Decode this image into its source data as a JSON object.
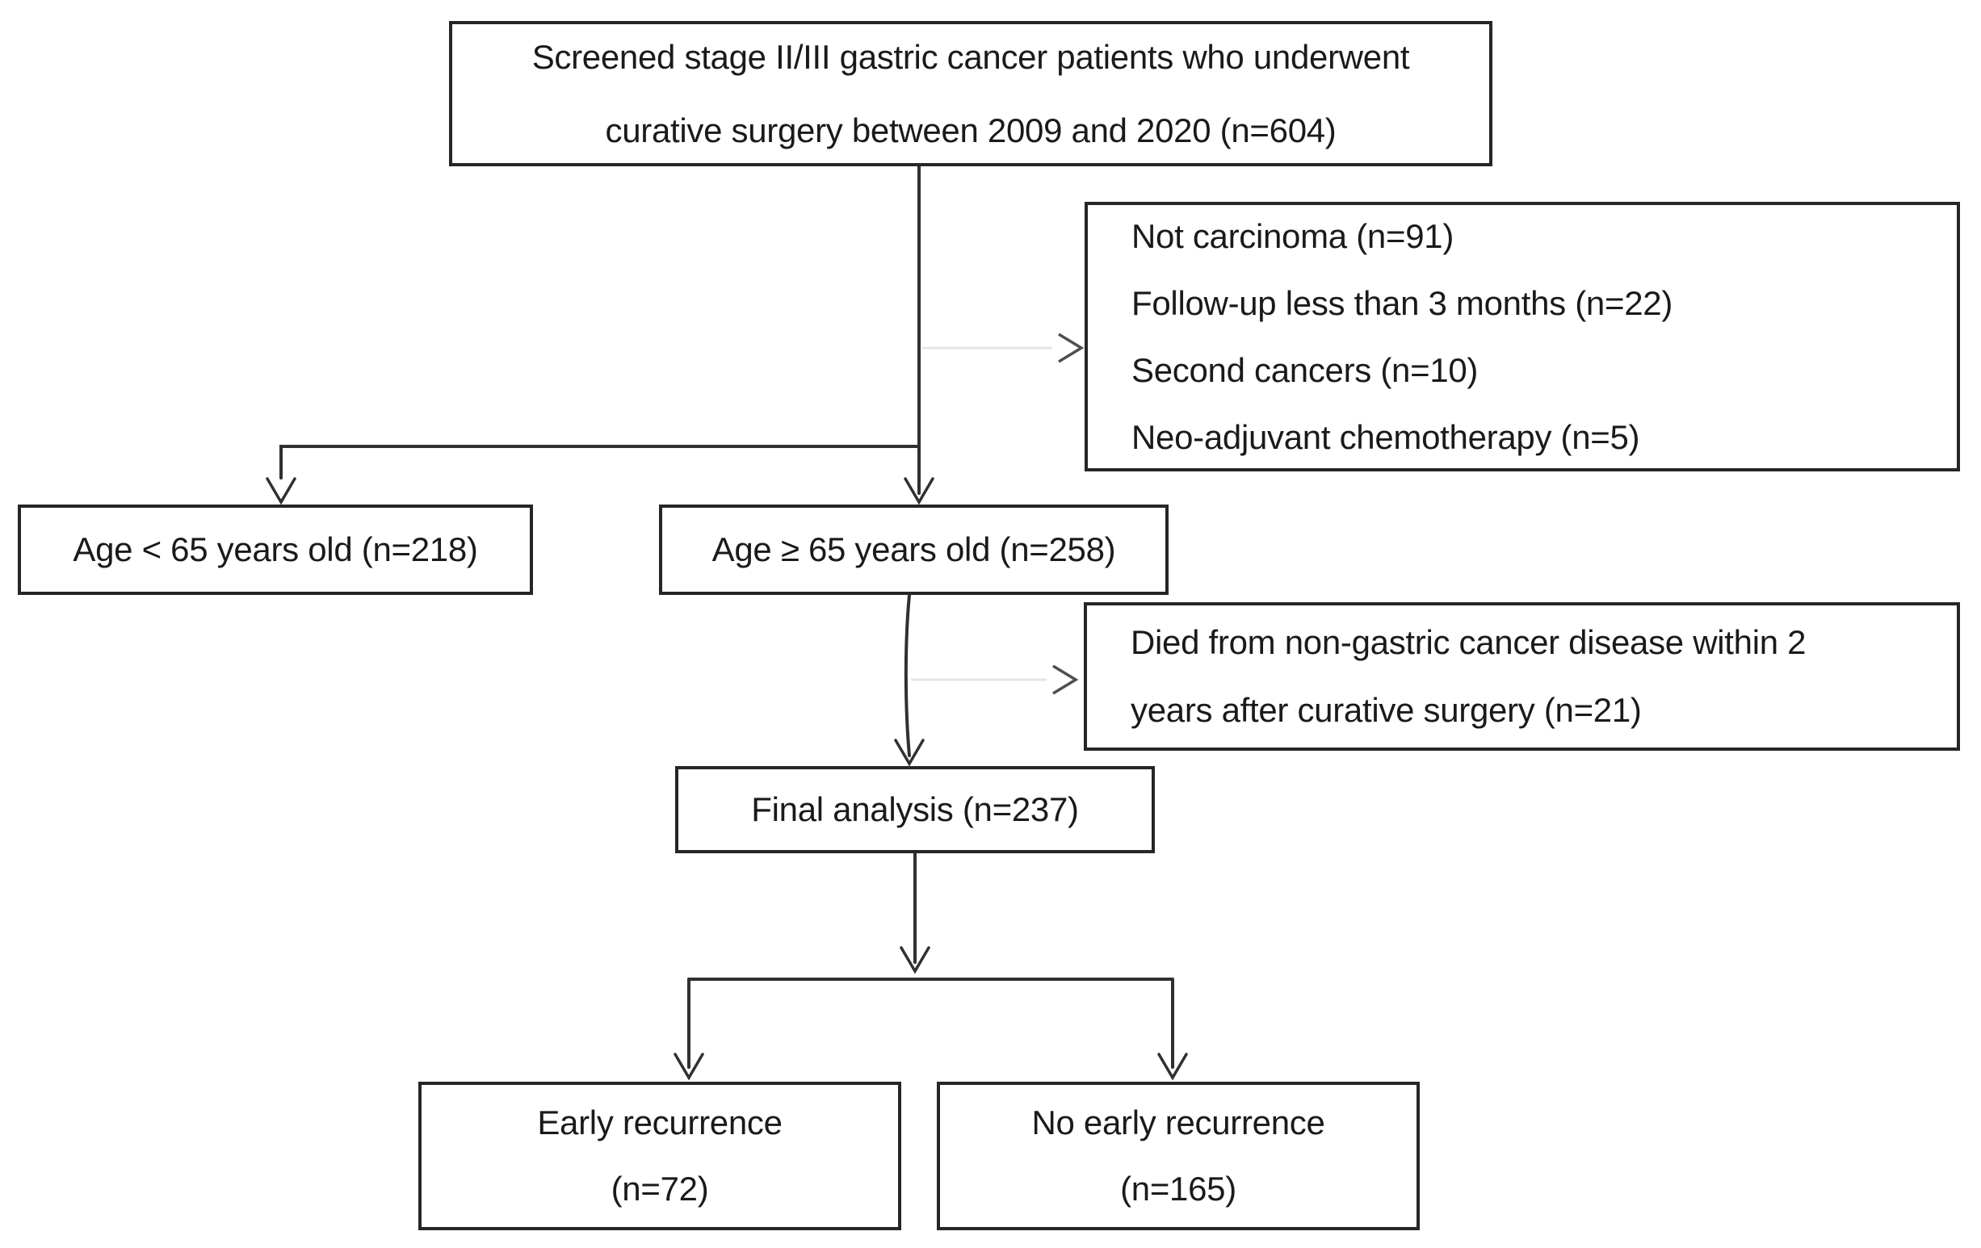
{
  "diagram": {
    "type": "patient-flow-chart",
    "nodes": {
      "screened": {
        "line1": "Screened stage II/III gastric cancer patients who underwent",
        "line2": "curative surgery between 2009 and 2020 (n=604)",
        "n": 604
      },
      "exclusions": {
        "items": [
          "Not carcinoma (n=91)",
          "Follow-up less than 3 months (n=22)",
          "Second cancers (n=10)",
          "Neo-adjuvant chemotherapy (n=5)"
        ]
      },
      "age_under_65": {
        "label": "Age < 65 years old (n=218)",
        "n": 218
      },
      "age_65_plus": {
        "label": "Age ≥ 65 years old (n=258)",
        "n": 258
      },
      "died_non_gastric": {
        "line1": "Died from non-gastric cancer disease within 2",
        "line2": "years after curative surgery (n=21)",
        "n": 21
      },
      "final_analysis": {
        "label": "Final analysis (n=237)",
        "n": 237
      },
      "early_recurrence": {
        "line1": "Early recurrence",
        "line2": "(n=72)",
        "n": 72
      },
      "no_early_recurrence": {
        "line1": "No early recurrence",
        "line2": "(n=165)",
        "n": 165
      }
    },
    "colors": {
      "background": "#ffffff",
      "box_border": "#262626",
      "text": "#1a1a1a",
      "connector": "#303030",
      "faint_connector": "#e4e4e4",
      "faint_arrowhead": "#4f4f4f"
    }
  }
}
